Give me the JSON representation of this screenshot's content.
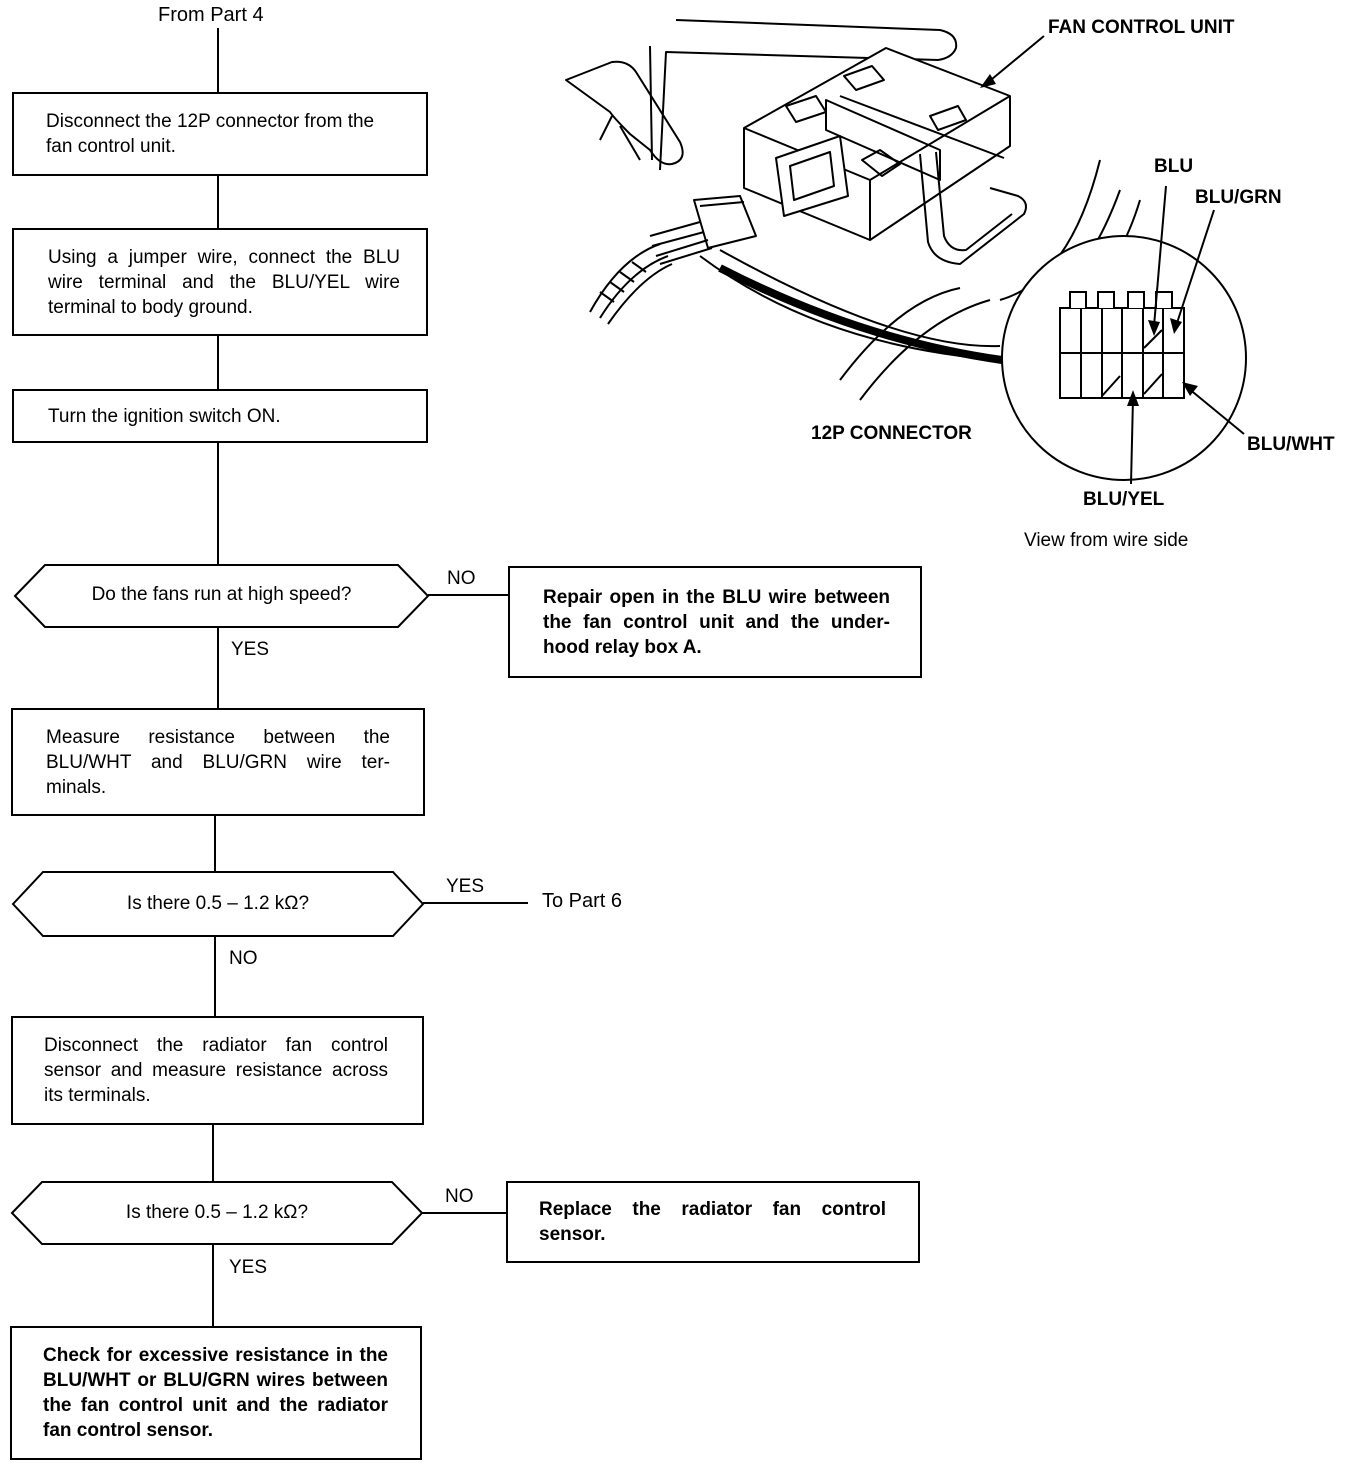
{
  "flow": {
    "from_part": "From Part 4",
    "step1": "Disconnect the 12P connector from the fan control unit.",
    "step2": "Using a jumper wire, connect the BLU wire terminal and the BLU/YEL wire terminal to body ground.",
    "step3": "Turn the ignition switch ON.",
    "q1": "Do the fans run at high speed?",
    "q1_no": "NO",
    "q1_no_action": "Repair open in the BLU wire between the fan control unit and the under-hood relay box A.",
    "q1_yes": "YES",
    "step4": "Measure resistance between the BLU/WHT and BLU/GRN wire ter- minals.",
    "q2": "Is there 0.5 – 1.2 kΩ?",
    "q2_yes": "YES",
    "q2_yes_target": "To Part 6",
    "q2_no": "NO",
    "step5": "Disconnect the radiator fan control sensor and measure resistance across its terminals.",
    "q3": "Is there 0.5 – 1.2 kΩ?",
    "q3_no": "NO",
    "q3_no_action": "Replace the radiator fan control sensor.",
    "q3_yes": "YES",
    "final": "Check for excessive resistance in the BLU/WHT or BLU/GRN wires between the fan control unit and the radiator fan control sensor."
  },
  "illustration": {
    "fan_control_unit": "FAN CONTROL UNIT",
    "connector": "12P CONNECTOR",
    "wire_blu": "BLU",
    "wire_blu_grn": "BLU/GRN",
    "wire_blu_wht": "BLU/WHT",
    "wire_blu_yel": "BLU/YEL",
    "view_caption": "View from wire side"
  }
}
